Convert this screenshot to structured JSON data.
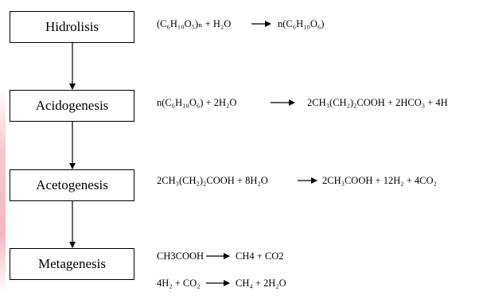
{
  "stages": [
    {
      "label": "Hidrolisis"
    },
    {
      "label": "Acidogenesis"
    },
    {
      "label": "Acetogenesis"
    },
    {
      "label": "Metagenesis"
    }
  ],
  "reactions": [
    {
      "lhs": "(C₆H₁₀O₅)ₙ + H₂O",
      "rhs": "n(C₆H₁₀O₆)"
    },
    {
      "lhs": "n(C₆H₁₀O₆) + 2H₂O",
      "rhs": "2CH₃(CH₂)₂COOH + 2HCO₃ + 4H"
    },
    {
      "lhs": "2CH₃(CH₂)₂COOH + 8H₂O",
      "rhs": "2CH₃COOH + 12H₂ + 4CO₂"
    },
    {
      "lhs": "CH3COOH",
      "rhs": "CH4 + CO2"
    },
    {
      "lhs": "4H₂ + CO₂",
      "rhs": "CH₄ + 2H₂O"
    }
  ]
}
